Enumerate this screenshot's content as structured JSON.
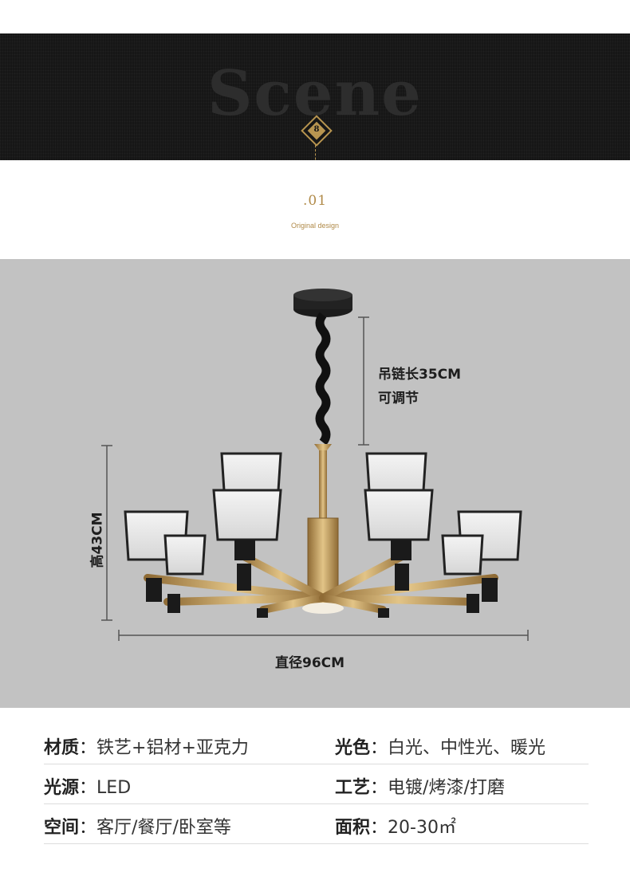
{
  "banner": {
    "word": "Scene",
    "badge": "8"
  },
  "section": {
    "number": ".01",
    "subtitle": "Original design"
  },
  "dimensions": {
    "chain_length": "吊链长35CM",
    "adjustable": "可调节",
    "height": "高43CM",
    "diameter": "直径96CM"
  },
  "specs": [
    {
      "left_key": "材质",
      "left_value": "铁艺+铝材+亚克力",
      "right_key": "光色",
      "right_value": "白光、中性光、暖光"
    },
    {
      "left_key": "光源",
      "left_value": "LED",
      "right_key": "工艺",
      "right_value": "电镀/烤漆/打磨"
    },
    {
      "left_key": "空间",
      "left_value": "客厅/餐厅/卧室等",
      "right_key": "面积",
      "right_value": "20-30㎡"
    }
  ],
  "separator": "：",
  "colors": {
    "gold": "#b89550",
    "banner_bg": "#161616",
    "photo_bg": "#c2c2c2"
  }
}
